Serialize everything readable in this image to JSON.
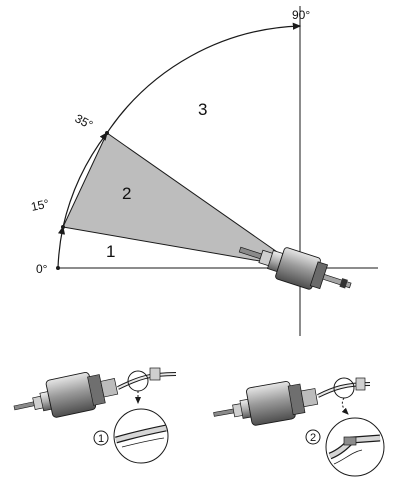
{
  "angles": {
    "deg0": "0°",
    "deg15": "15°",
    "deg35": "35°",
    "deg90": "90°"
  },
  "zones": {
    "zone1": "1",
    "zone2": "2",
    "zone3": "3"
  },
  "details": {
    "detail1": "1",
    "detail2": "2"
  },
  "colors": {
    "shade": "#bdbdbd",
    "line": "#1a1a1a",
    "body_dark": "#7a7a7a",
    "body_light": "#d8d8d8"
  }
}
